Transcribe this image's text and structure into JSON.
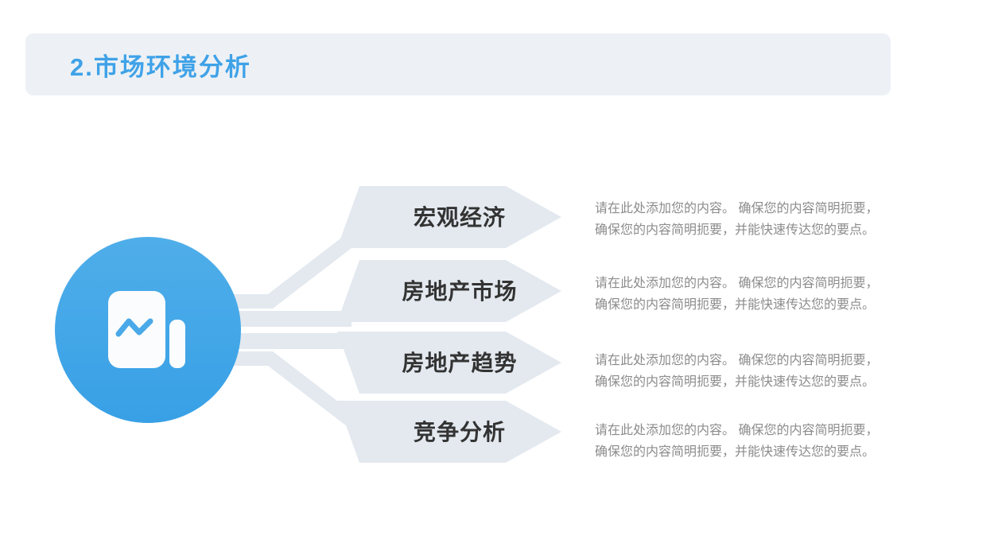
{
  "header": {
    "title": "2.市场环境分析",
    "bar_color": "#EDF1F5",
    "title_color": "#3FA2E8"
  },
  "diagram": {
    "center_icon": "report-chart-icon",
    "circle_color_top": "#4FAEE9",
    "circle_color_bottom": "#38A0E6",
    "banner_color": "#E3E9EF",
    "icon_color": "#FBFCFD",
    "zigzag_color": "#4AA9E8",
    "label_color": "#333333",
    "items": [
      {
        "label": "宏观经济",
        "description_lines": [
          "请在此处添加您的内容。 确保您的内容简明扼要，",
          "确保您的内容简明扼要，并能快速传达您的要点。"
        ]
      },
      {
        "label": "房地产市场",
        "description_lines": [
          "请在此处添加您的内容。 确保您的内容简明扼要，",
          "确保您的内容简明扼要，并能快速传达您的要点。"
        ]
      },
      {
        "label": "房地产趋势",
        "description_lines": [
          "请在此处添加您的内容。 确保您的内容简明扼要，",
          "确保您的内容简明扼要，并能快速传达您的要点。"
        ]
      },
      {
        "label": "竞争分析",
        "description_lines": [
          "请在此处添加您的内容。 确保您的内容简明扼要，",
          "确保您的内容简明扼要，并能快速传达您的要点。"
        ]
      }
    ]
  }
}
